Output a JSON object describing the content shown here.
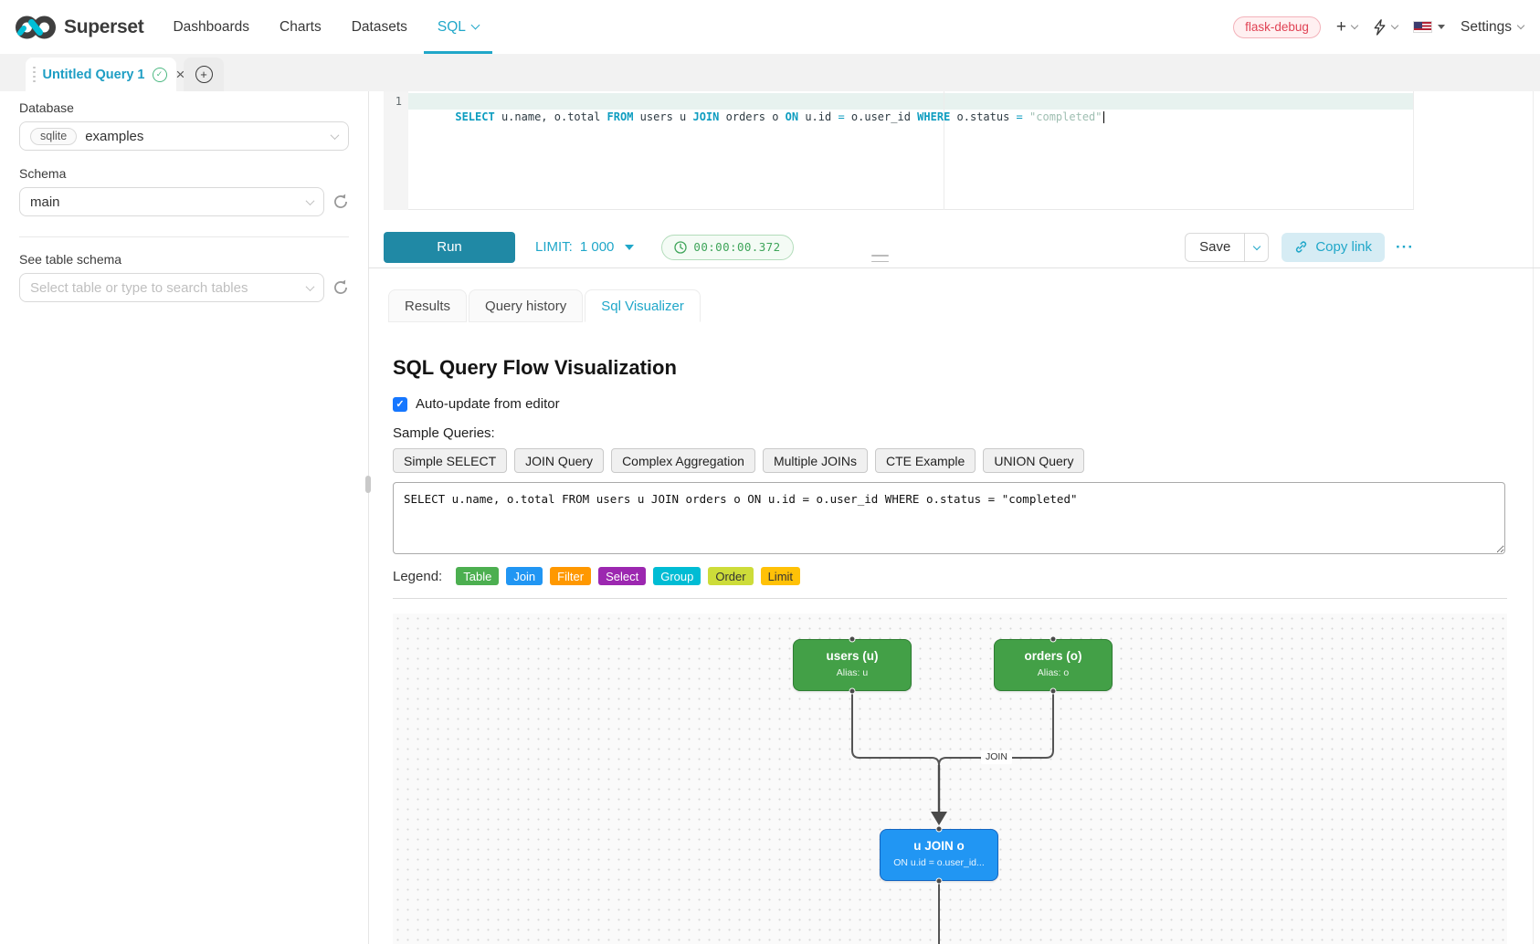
{
  "nav": {
    "brand": "Superset",
    "items": [
      {
        "label": "Dashboards"
      },
      {
        "label": "Charts"
      },
      {
        "label": "Datasets"
      },
      {
        "label": "SQL"
      }
    ],
    "environment_badge": "flask-debug",
    "settings_label": "Settings"
  },
  "query_tab_bar": {
    "active_tab_title": "Untitled Query 1",
    "check_glyph": "✓",
    "close_glyph": "×",
    "new_tab_glyph": "+"
  },
  "sidebar": {
    "database_label": "Database",
    "database_engine_tag": "sqlite",
    "database_value": "examples",
    "schema_label": "Schema",
    "schema_value": "main",
    "table_schema_label": "See table schema",
    "table_placeholder": "Select table or type to search tables"
  },
  "editor": {
    "line_number": "1",
    "sql": "SELECT u.name, o.total FROM users u JOIN orders o ON u.id = o.user_id WHERE o.status = \"completed\"",
    "tokens": [
      {
        "text": "SELECT",
        "type": "kw"
      },
      {
        "text": " u.name, o.total ",
        "type": "txt"
      },
      {
        "text": "FROM",
        "type": "kw"
      },
      {
        "text": " users u ",
        "type": "txt"
      },
      {
        "text": "JOIN",
        "type": "kw"
      },
      {
        "text": " orders o ",
        "type": "txt"
      },
      {
        "text": "ON",
        "type": "kw"
      },
      {
        "text": " u.id ",
        "type": "txt"
      },
      {
        "text": "=",
        "type": "op"
      },
      {
        "text": " o.user_id ",
        "type": "txt"
      },
      {
        "text": "WHERE",
        "type": "kw"
      },
      {
        "text": " o.status ",
        "type": "txt"
      },
      {
        "text": "=",
        "type": "op"
      },
      {
        "text": " ",
        "type": "txt"
      },
      {
        "text": "\"completed\"",
        "type": "str"
      }
    ]
  },
  "toolbar": {
    "run_label": "Run",
    "limit_label": "LIMIT:",
    "limit_value": "1 000",
    "elapsed_time": "00:00:00.372",
    "save_label": "Save",
    "copy_link_label": "Copy link",
    "more_label": "···"
  },
  "result_tabs": {
    "tabs": [
      {
        "label": "Results"
      },
      {
        "label": "Query history"
      },
      {
        "label": "Sql Visualizer"
      }
    ]
  },
  "visualizer": {
    "title": "SQL Query Flow Visualization",
    "auto_update_label": "Auto-update from editor",
    "sample_queries_label": "Sample Queries:",
    "sample_queries": [
      {
        "label": "Simple SELECT"
      },
      {
        "label": "JOIN Query"
      },
      {
        "label": "Complex Aggregation"
      },
      {
        "label": "Multiple JOINs"
      },
      {
        "label": "CTE Example"
      },
      {
        "label": "UNION Query"
      }
    ],
    "sql_input": "SELECT u.name, o.total FROM users u JOIN orders o ON u.id = o.user_id WHERE o.status = \"completed\"",
    "legend_label": "Legend:",
    "legend": [
      {
        "label": "Table",
        "color": "#4caf50",
        "text_color": "#ffffff"
      },
      {
        "label": "Join",
        "color": "#2196f3",
        "text_color": "#ffffff"
      },
      {
        "label": "Filter",
        "color": "#ff9800",
        "text_color": "#ffffff"
      },
      {
        "label": "Select",
        "color": "#9c27b0",
        "text_color": "#ffffff"
      },
      {
        "label": "Group",
        "color": "#00bcd4",
        "text_color": "#ffffff"
      },
      {
        "label": "Order",
        "color": "#cddc39",
        "text_color": "#333333"
      },
      {
        "label": "Limit",
        "color": "#ffc107",
        "text_color": "#333333"
      }
    ],
    "flow": {
      "nodes": {
        "users": {
          "title": "users (u)",
          "subtitle": "Alias: u"
        },
        "orders": {
          "title": "orders (o)",
          "subtitle": "Alias: o"
        },
        "join": {
          "title": "u JOIN o",
          "subtitle": "ON u.id = o.user_id..."
        }
      },
      "edge_label": "JOIN"
    }
  }
}
